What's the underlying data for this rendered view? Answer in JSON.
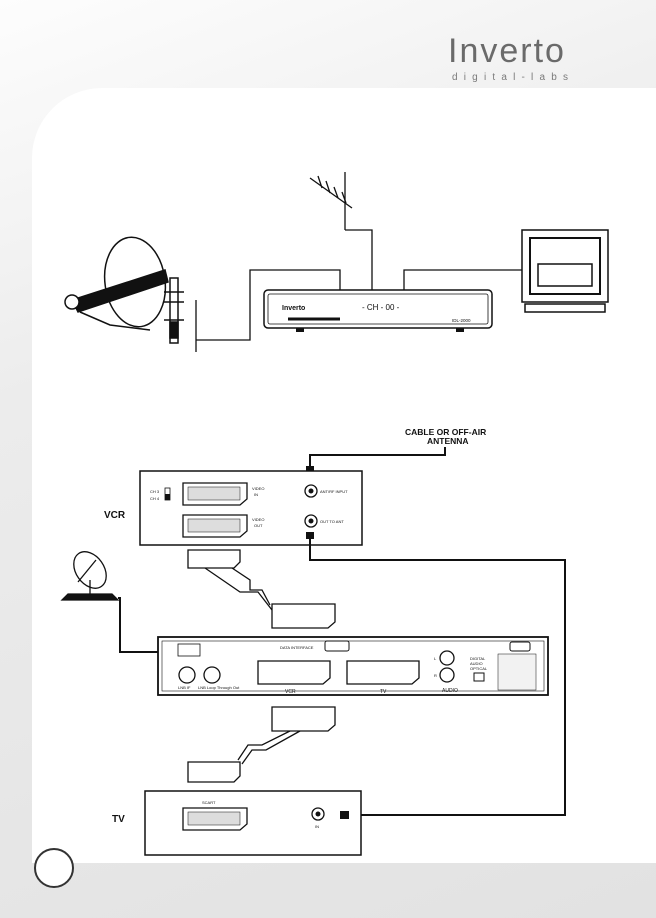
{
  "brand": {
    "name": "Inverto",
    "tagline": "digital-labs"
  },
  "upper_diagram": {
    "receiver_front_brand": "Inverto",
    "receiver_display": "- CH - 00 -",
    "receiver_model": "IDL-2000"
  },
  "lower_diagram": {
    "antenna_label_line1": "CABLE OR OFF-AIR",
    "antenna_label_line2": "ANTENNA",
    "vcr": {
      "label": "VCR",
      "switch_ch3": "CH 3",
      "switch_ch4": "CH 4",
      "scart_in_label_line1": "VIDEO",
      "scart_in_label_line2": "IN",
      "scart_out_label_line1": "VIDEO",
      "scart_out_label_line2": "OUT",
      "rf_in_label": "ANT/RF INPUT",
      "rf_out_label": "OUT TO ANT"
    },
    "receiver_rear": {
      "data_interface": "DATA INTERFACE",
      "lnb_in": "LNB IF",
      "lnb_loop": "LNB Loop Through Out",
      "scart_vcr": "VCR",
      "scart_tv": "TV",
      "audio_left": "L",
      "audio_right": "R",
      "audio_label": "AUDIO",
      "digital_audio_line1": "DIGITAL",
      "digital_audio_line2": "AUDIO",
      "digital_audio_line3": "OPTICAL"
    },
    "tv": {
      "label": "TV",
      "scart_label": "SCART",
      "rf_label": "IN"
    }
  },
  "colors": {
    "line": "#111111",
    "background": "#ffffff",
    "panel_gray": "#e4e4e4",
    "logo_gray": "#6a6a6a"
  }
}
